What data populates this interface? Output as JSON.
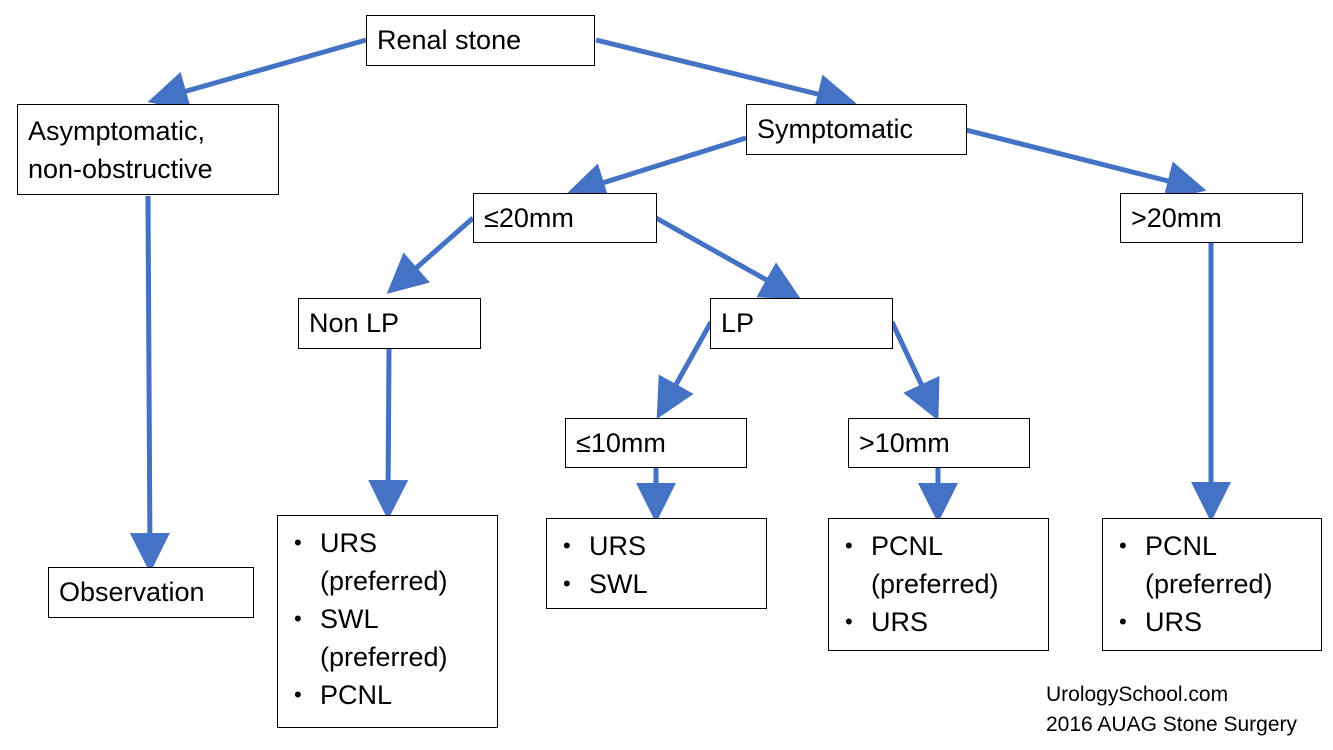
{
  "nodes": {
    "root": "Renal stone",
    "asymptomatic_line1": "Asymptomatic,",
    "asymptomatic_line2": "non-obstructive",
    "observation": "Observation",
    "symptomatic": "Symptomatic",
    "le20": "≤20mm",
    "gt20": ">20mm",
    "nonlp": "Non LP",
    "lp": "LP",
    "le10": "≤10mm",
    "gt10": ">10mm"
  },
  "options": {
    "nonlp": [
      {
        "main": "URS",
        "sub": "(preferred)"
      },
      {
        "main": "SWL",
        "sub": "(preferred)"
      },
      {
        "main": "PCNL",
        "sub": ""
      }
    ],
    "le10": [
      {
        "main": "URS",
        "sub": ""
      },
      {
        "main": "SWL",
        "sub": ""
      }
    ],
    "gt10": [
      {
        "main": "PCNL",
        "sub": "(preferred)"
      },
      {
        "main": "URS",
        "sub": ""
      }
    ],
    "gt20": [
      {
        "main": "PCNL",
        "sub": "(preferred)"
      },
      {
        "main": "URS",
        "sub": ""
      }
    ]
  },
  "credit": {
    "line1": "UrologySchool.com",
    "line2": "2016 AUAG Stone Surgery"
  },
  "colors": {
    "arrow": "#4472c4",
    "border": "#000000"
  }
}
